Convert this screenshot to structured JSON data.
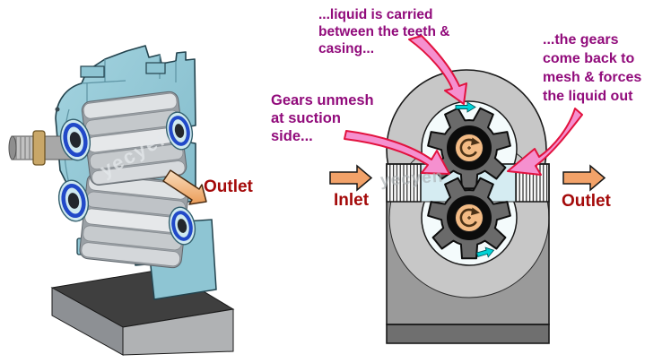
{
  "figure_3d": {
    "outlet_label": "Outlet",
    "watermark": "yecyen"
  },
  "schematic": {
    "inlet_label": "Inlet",
    "outlet_label": "Outlet",
    "watermark": "yecyen",
    "gear_teeth_count": 7,
    "annotations": {
      "liquid_carried": "...liquid is carried\nbetween the teeth &\ncasing...",
      "gears_remesh": "...the gears\ncome back to\nmesh & forces\nthe liquid out",
      "gears_unmesh": "Gears unmesh\nat suction\nside..."
    }
  },
  "colors": {
    "annotation_text": "#910B7B",
    "flow_label_text": "#A40A0A",
    "callout_arrow_fill": "#F590CF",
    "callout_arrow_outline": "#E2123E",
    "flow_arrow_orange": "#F2A269",
    "liquid_arrow_cyan": "#00D3D6",
    "pump_body_teal": "#8EC5D3",
    "casing_light_gray": "#C7C7C7",
    "casing_mid_gray": "#9A9A9A",
    "casing_dark_strip": "#6F6F6F",
    "gear_gray": "#6A6A6A",
    "hub_center_orange": "#F3BB85"
  },
  "icons": {
    "flow_arrow": "block arrow pointing right",
    "rotation_arrow": "curved C-shaped arrow showing gear rotation",
    "liquid_arrow": "small cyan arrow showing carried liquid",
    "callout_arrow": "curved tapered pink pointer"
  }
}
